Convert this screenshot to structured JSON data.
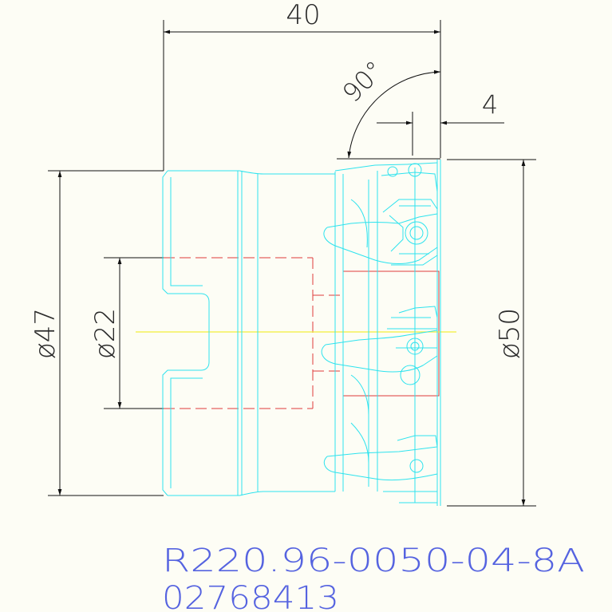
{
  "dimensions": {
    "length_40": "40",
    "angle_90": "90°",
    "dim_4": "4",
    "dia_47": "ø47",
    "dia_22": "ø22",
    "dia_50": "ø50"
  },
  "part": {
    "code": "R220.96-0050-04-8A",
    "number": "02768413"
  },
  "colors": {
    "background": "#fdfdf5",
    "dimension": "#111111",
    "outline": "#2ee3ee",
    "hidden": "#e03a3a",
    "centerline": "#f3ef3a",
    "text": "#5563e0"
  }
}
